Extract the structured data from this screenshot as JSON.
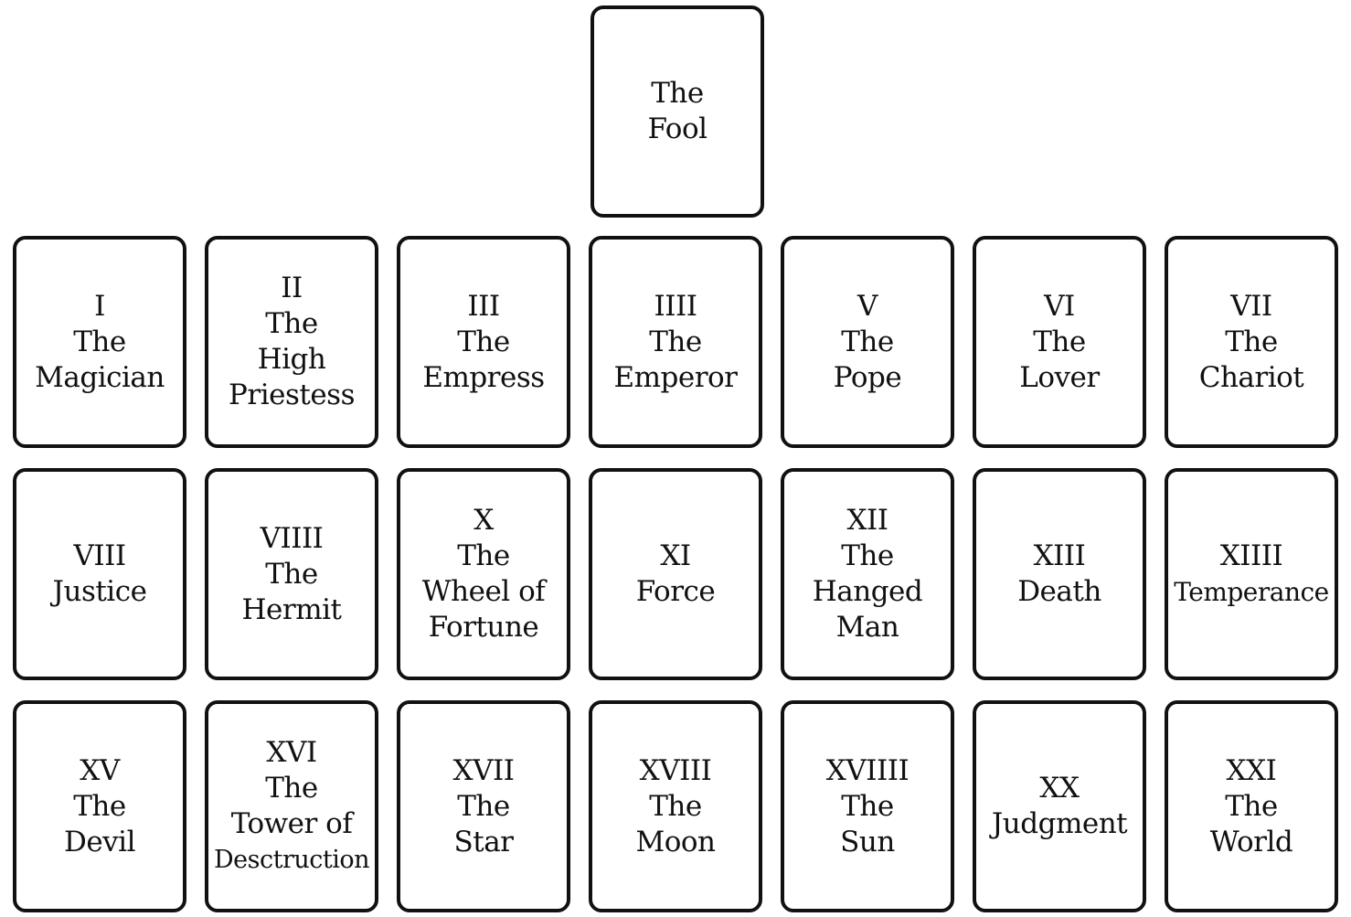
{
  "fool": {
    "lines": [
      "The",
      "Fool"
    ]
  },
  "rows": [
    [
      {
        "lines": [
          "I",
          "The",
          "Magician"
        ]
      },
      {
        "lines": [
          "II",
          "The",
          "High",
          "Priestess"
        ]
      },
      {
        "lines": [
          "III",
          "The",
          "Empress"
        ]
      },
      {
        "lines": [
          "IIII",
          "The",
          "Emperor"
        ]
      },
      {
        "lines": [
          "V",
          "The",
          "Pope"
        ]
      },
      {
        "lines": [
          "VI",
          "The",
          "Lover"
        ]
      },
      {
        "lines": [
          "VII",
          "The",
          "Chariot"
        ]
      }
    ],
    [
      {
        "lines": [
          "VIII",
          "Justice"
        ]
      },
      {
        "lines": [
          "VIIII",
          "The",
          "Hermit"
        ]
      },
      {
        "lines": [
          "X",
          "The",
          "Wheel of",
          "Fortune"
        ]
      },
      {
        "lines": [
          "XI",
          "Force"
        ]
      },
      {
        "lines": [
          "XII",
          "The",
          "Hanged",
          "Man"
        ]
      },
      {
        "lines": [
          "XIII",
          "Death"
        ]
      },
      {
        "lines": [
          "XIIII",
          "Temperance"
        ]
      }
    ],
    [
      {
        "lines": [
          "XV",
          "The",
          "Devil"
        ]
      },
      {
        "lines": [
          "XVI",
          "The",
          "Tower of",
          "Desctruction"
        ]
      },
      {
        "lines": [
          "XVII",
          "The",
          "Star"
        ]
      },
      {
        "lines": [
          "XVIII",
          "The",
          "Moon"
        ]
      },
      {
        "lines": [
          "XVIIII",
          "The",
          "Sun"
        ]
      },
      {
        "lines": [
          "XX",
          "Judgment"
        ]
      },
      {
        "lines": [
          "XXI",
          "The",
          "World"
        ]
      }
    ]
  ]
}
